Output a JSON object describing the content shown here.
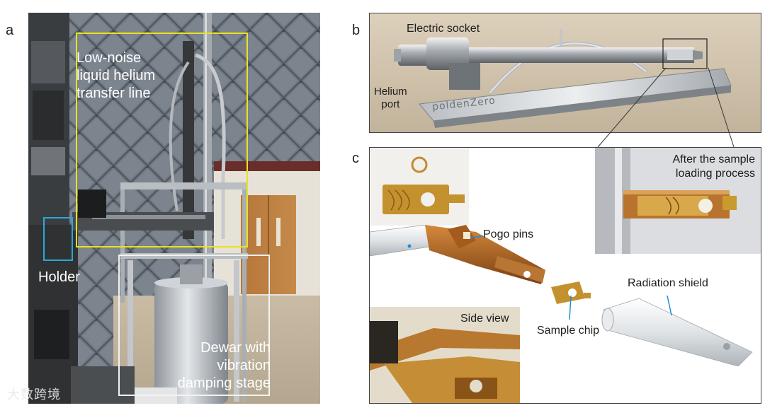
{
  "figure": {
    "panel_a": {
      "letter": "a",
      "labels": {
        "transfer_line": "Low-noise\nliquid helium\ntransfer line",
        "holder": "Holder",
        "dewar": "Dewar with\nvibration\ndamping stage"
      },
      "colors": {
        "transfer_box": "#e9e31c",
        "holder_box": "#2aa8d8",
        "dewar_box": "#f2f2f2"
      }
    },
    "panel_b": {
      "letter": "b",
      "labels": {
        "socket": "Electric socket",
        "port": "Helium\nport"
      },
      "engraving": "poldenZero"
    },
    "panel_c": {
      "letter": "c",
      "labels": {
        "after_loading": "After the sample\nloading process",
        "pogo": "Pogo pins",
        "shield": "Radiation shield",
        "side_view": "Side view",
        "chip": "Sample chip"
      },
      "colors": {
        "pointer": "#1e90d6",
        "copper": "#b8742e",
        "gold": "#c99a2e"
      }
    },
    "watermark": "大数跨境"
  }
}
